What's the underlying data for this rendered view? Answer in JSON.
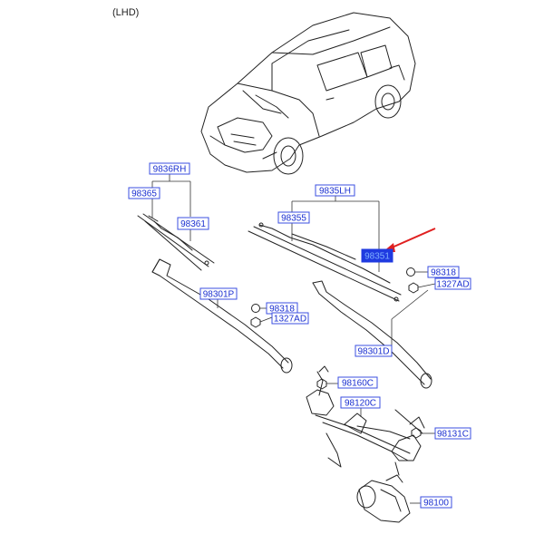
{
  "header": {
    "variant": "(LHD)"
  },
  "callouts": {
    "c9836RH": "9836RH",
    "c98365": "98365",
    "c98361": "98361",
    "c9835LH": "9835LH",
    "c98355": "98355",
    "c98351": "98351",
    "c98318a": "98318",
    "c1327ADa": "1327AD",
    "c98301P": "98301P",
    "c98318b": "98318",
    "c1327ADb": "1327AD",
    "c98301D": "98301D",
    "c98160C": "98160C",
    "c98120C": "98120C",
    "c98131C": "98131C",
    "c98100": "98100"
  },
  "colors": {
    "callout_border": "#3b4fe0",
    "callout_text": "#1a2fd0",
    "selected_fill": "#1f3ae0",
    "pointer_arrow": "#e02020"
  },
  "selected_part": "98351"
}
